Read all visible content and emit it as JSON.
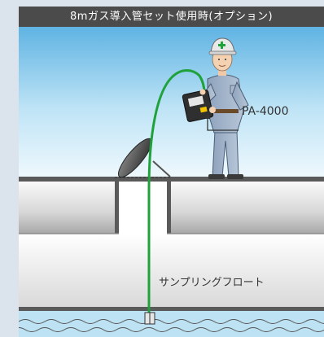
{
  "title": "8mガス導入管セット使用時(オプション)",
  "labels": {
    "model": "PA-4000",
    "float": "サンプリングフロート"
  },
  "colors": {
    "title_bar": "#4b4b4b",
    "sky_top": "#5fb3e3",
    "sky_bottom": "#e9f6fd",
    "tube": "#1fa23b",
    "water": "#bde2f3"
  }
}
